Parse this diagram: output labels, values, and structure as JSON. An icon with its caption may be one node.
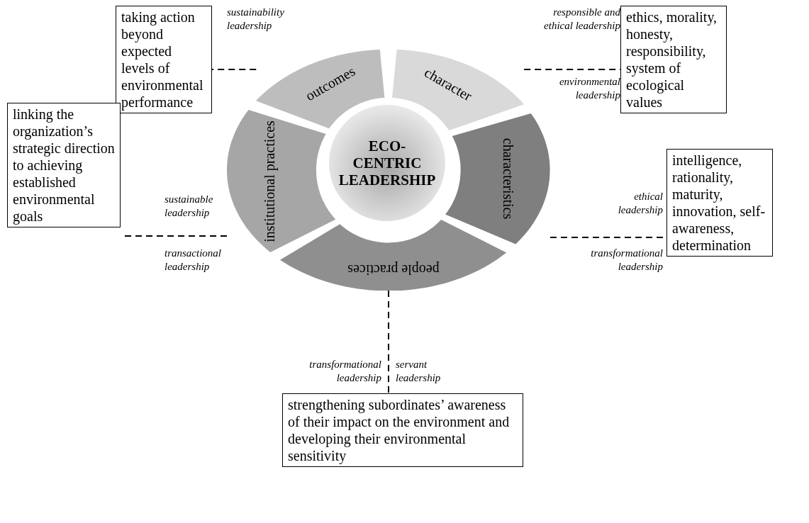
{
  "diagram": {
    "nodes": [
      {
        "text": [
          "ECO-CENTRIC LEADERSHIP"
        ]
      },
      {
        "text": [
          "outcomes"
        ]
      },
      {
        "text": [
          "character"
        ]
      },
      {
        "text": [
          "characteristics"
        ]
      },
      {
        "text": [
          "people practices"
        ]
      },
      {
        "text": [
          "institutional practices"
        ]
      },
      {
        "text": [
          "taking action beyond expected levels of environmental performance"
        ]
      },
      {
        "text": [
          "ethics, morality, honesty, responsibility, system of ecological values"
        ]
      },
      {
        "text": [
          "linking the organization’s strategic direction to achieving established environmental goals"
        ]
      },
      {
        "text": [
          "intelligence, rationality, maturity, innovation, self-awareness, determination"
        ]
      },
      {
        "text": [
          "strengthening subordinates’ awareness of their impact on the environment and developing their environmental sensitivity"
        ]
      }
    ],
    "edges": [
      {
        "from": 1,
        "to": 6,
        "arrow": "none",
        "style": "dashed"
      },
      {
        "from": 2,
        "to": 7,
        "arrow": "none",
        "style": "dashed"
      },
      {
        "from": 5,
        "to": 8,
        "arrow": "none",
        "style": "dashed"
      },
      {
        "from": 3,
        "to": 9,
        "arrow": "none",
        "style": "dashed"
      },
      {
        "from": 4,
        "to": 10,
        "arrow": "none",
        "style": "dashed"
      }
    ],
    "labels": [
      "sustainability leadership",
      "responsible and ethical leadership",
      "environmental leadership",
      "sustainable leadership",
      "ethical leadership",
      "transactional leadership",
      "transformational leadership",
      "transformational leadership",
      "servant leadership"
    ]
  }
}
